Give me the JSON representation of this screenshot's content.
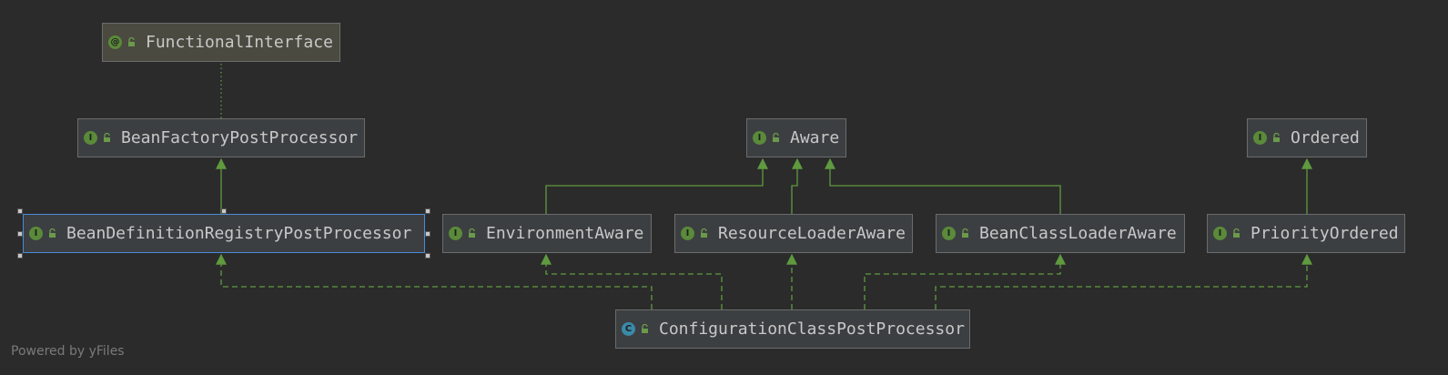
{
  "diagram": {
    "nodes": [
      {
        "id": "functional_interface",
        "label": "FunctionalInterface",
        "kind": "annotation",
        "icon": "annotation-icon",
        "glyph": "@"
      },
      {
        "id": "bean_factory_post_processor",
        "label": "BeanFactoryPostProcessor",
        "kind": "interface",
        "icon": "interface-icon",
        "glyph": "I"
      },
      {
        "id": "aware",
        "label": "Aware",
        "kind": "interface",
        "icon": "interface-icon",
        "glyph": "I"
      },
      {
        "id": "ordered",
        "label": "Ordered",
        "kind": "interface",
        "icon": "interface-icon",
        "glyph": "I"
      },
      {
        "id": "bean_definition_registry_post_processor",
        "label": "BeanDefinitionRegistryPostProcessor",
        "kind": "interface",
        "icon": "interface-icon",
        "glyph": "I",
        "selected": true
      },
      {
        "id": "environment_aware",
        "label": "EnvironmentAware",
        "kind": "interface",
        "icon": "interface-icon",
        "glyph": "I"
      },
      {
        "id": "resource_loader_aware",
        "label": "ResourceLoaderAware",
        "kind": "interface",
        "icon": "interface-icon",
        "glyph": "I"
      },
      {
        "id": "bean_class_loader_aware",
        "label": "BeanClassLoaderAware",
        "kind": "interface",
        "icon": "interface-icon",
        "glyph": "I"
      },
      {
        "id": "priority_ordered",
        "label": "PriorityOrdered",
        "kind": "interface",
        "icon": "interface-icon",
        "glyph": "I"
      },
      {
        "id": "configuration_class_post_processor",
        "label": "ConfigurationClassPostProcessor",
        "kind": "class",
        "icon": "class-icon",
        "glyph": "C"
      }
    ],
    "edges": [
      {
        "from": "bean_factory_post_processor",
        "to": "functional_interface",
        "type": "annotated"
      },
      {
        "from": "bean_definition_registry_post_processor",
        "to": "bean_factory_post_processor",
        "type": "extends"
      },
      {
        "from": "environment_aware",
        "to": "aware",
        "type": "extends"
      },
      {
        "from": "resource_loader_aware",
        "to": "aware",
        "type": "extends"
      },
      {
        "from": "bean_class_loader_aware",
        "to": "aware",
        "type": "extends"
      },
      {
        "from": "priority_ordered",
        "to": "ordered",
        "type": "extends"
      },
      {
        "from": "configuration_class_post_processor",
        "to": "bean_definition_registry_post_processor",
        "type": "implements"
      },
      {
        "from": "configuration_class_post_processor",
        "to": "environment_aware",
        "type": "implements"
      },
      {
        "from": "configuration_class_post_processor",
        "to": "resource_loader_aware",
        "type": "implements"
      },
      {
        "from": "configuration_class_post_processor",
        "to": "bean_class_loader_aware",
        "type": "implements"
      },
      {
        "from": "configuration_class_post_processor",
        "to": "priority_ordered",
        "type": "implements"
      }
    ],
    "colors": {
      "background": "#2b2b2b",
      "edge": "#5f9a3f",
      "node_border": "#6b6b6b",
      "selection": "#4b8ad6",
      "text": "#c8c8c8"
    }
  },
  "footer": {
    "text": "Powered by yFiles"
  }
}
